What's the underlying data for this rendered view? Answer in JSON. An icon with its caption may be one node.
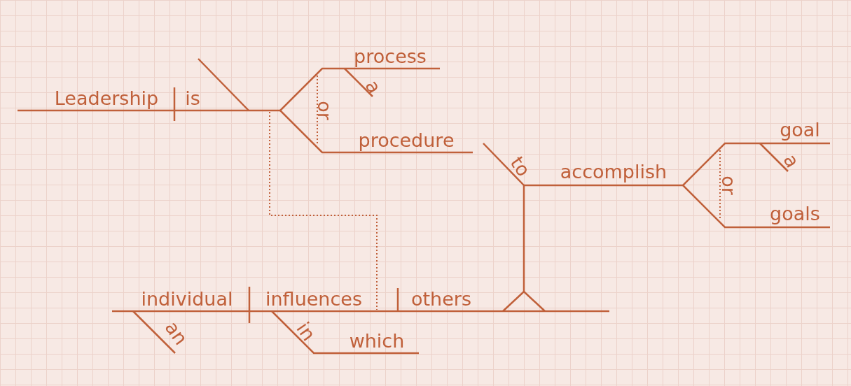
{
  "diagram": {
    "labels": [
      "process",
      "Leadership",
      "is",
      "a",
      "or",
      "procedure",
      "goal",
      "to",
      "accomplish",
      "a",
      "or",
      "goals",
      "individual",
      "influences",
      "others",
      "an",
      "in",
      "which"
    ]
  }
}
